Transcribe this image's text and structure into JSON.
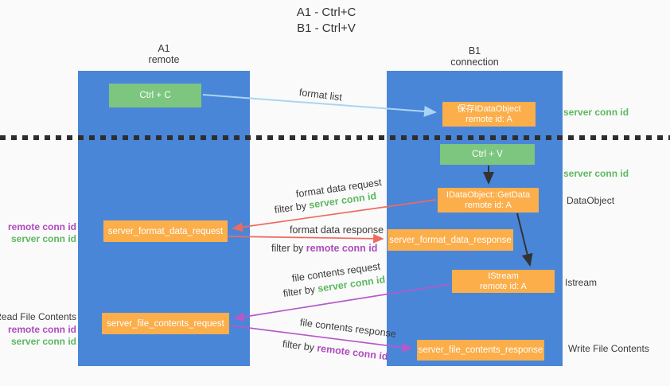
{
  "title": {
    "line1": "A1 - Ctrl+C",
    "line2": "B1 - Ctrl+V"
  },
  "columns": {
    "a": {
      "name": "A1",
      "role": "remote"
    },
    "b": {
      "name": "B1",
      "role": "connection"
    }
  },
  "nodes": {
    "ctrl_c": "Ctrl + C",
    "ctrl_v": "Ctrl + V",
    "save_idataobject": {
      "line1": "保存IDataObject",
      "line2": "remote id: A"
    },
    "idataobject_getdata": {
      "line1": "IDataObject::GetData",
      "line2": "remote id: A"
    },
    "istream": {
      "line1": "IStream",
      "line2": "remote id: A"
    },
    "server_format_data_request": "server_format_data_request",
    "server_format_data_response": "server_format_data_response",
    "server_file_contents_request": "server_file_contents_request",
    "server_file_contents_response": "server_file_contents_response"
  },
  "labels": {
    "filter_by": "filter by",
    "server_conn_id": "server conn id",
    "remote_conn_id": "remote conn id",
    "format_list": "format list",
    "format_data_request": "format data request",
    "format_data_response": "format data response",
    "file_contents_request": "file contents request",
    "file_contents_response": "file contents response",
    "read_file_contents": "Read File Contents",
    "write_file_contents": "Write File Contents",
    "dataobject": "DataObject",
    "istream_side": "Istream"
  },
  "colors": {
    "background": "#fafafa",
    "column_blue": "#4a86d8",
    "node_green": "#7cc67f",
    "node_orange": "#fbae4a",
    "server_conn_green": "#5cb85f",
    "remote_conn_purple": "#ad4bbd",
    "arrow_red": "#ee6a60",
    "arrow_purple": "#b45ac8",
    "arrow_lightblue": "#aad4f2",
    "arrow_black": "#333333",
    "divider_dark": "#2e2e2e",
    "text_dark": "#3a3a3a"
  }
}
